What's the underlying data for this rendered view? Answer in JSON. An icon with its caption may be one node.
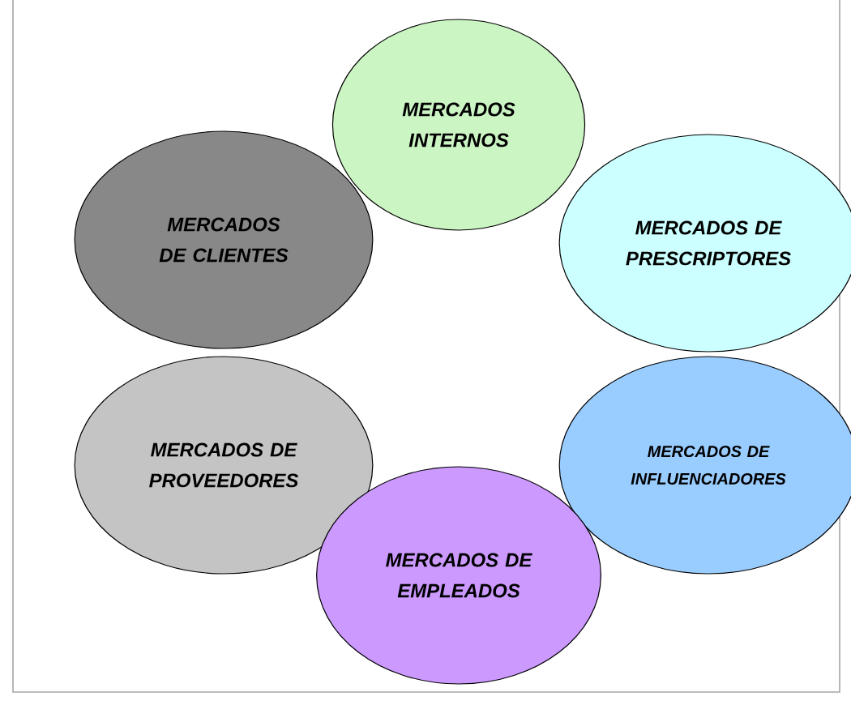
{
  "diagram": {
    "nodes": [
      {
        "text": [
          "MERCADOS INTERNOS"
        ]
      },
      {
        "text": [
          "MERCADOS DE CLIENTES"
        ]
      },
      {
        "text": [
          "MERCADOS DE PRESCRIPTORES"
        ]
      },
      {
        "text": [
          "MERCADOS DE PROVEEDORES"
        ]
      },
      {
        "text": [
          "MERCADOS DE INFLUENCIADORES"
        ]
      },
      {
        "text": [
          "MERCADOS DE EMPLEADOS"
        ]
      }
    ]
  }
}
